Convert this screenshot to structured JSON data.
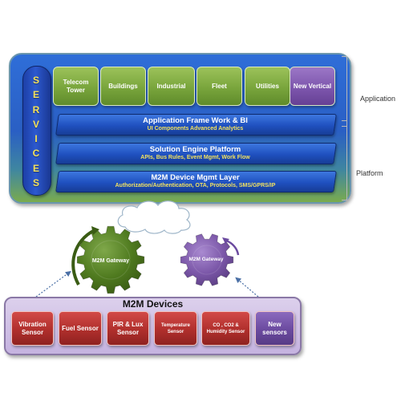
{
  "platform": {
    "services_label": [
      "S",
      "E",
      "R",
      "V",
      "I",
      "C",
      "E",
      "S"
    ],
    "verticals": [
      {
        "label": "Telecom Tower",
        "color": "#79a53c"
      },
      {
        "label": "Buildings",
        "color": "#79a53c"
      },
      {
        "label": "Industrial",
        "color": "#79a53c"
      },
      {
        "label": "Fleet",
        "color": "#79a53c"
      },
      {
        "label": "Utilities",
        "color": "#79a53c"
      },
      {
        "label": "New Vertical",
        "color": "#7d56ad"
      }
    ],
    "layers": [
      {
        "title": "Application  Frame Work & BI",
        "subtitle": "UI Components  Advanced Analytics"
      },
      {
        "title": "Solution Engine Platform",
        "subtitle": "APIs, Bus Rules, Event Mgmt, Work Flow"
      },
      {
        "title": "M2M Device Mgmt Layer",
        "subtitle": "Authorization/Authentication, OTA, Protocols, SMS/GPRS/IP"
      }
    ]
  },
  "side_labels": {
    "application": "Application",
    "platform": "Platform"
  },
  "gateways": [
    {
      "label": "M2M  Gateway",
      "color": "#4f7a1f"
    },
    {
      "label": "M2M Gateway",
      "color": "#7b57a8"
    }
  ],
  "devices": {
    "title": "M2M Devices",
    "items": [
      {
        "label": "Vibration Sensor"
      },
      {
        "label": "Fuel Sensor"
      },
      {
        "label": "PIR & Lux Sensor"
      },
      {
        "label": "Temperature Sensor"
      },
      {
        "label": "CO , CO2 & Humidity Sensor"
      },
      {
        "label": "New sensors"
      }
    ]
  }
}
